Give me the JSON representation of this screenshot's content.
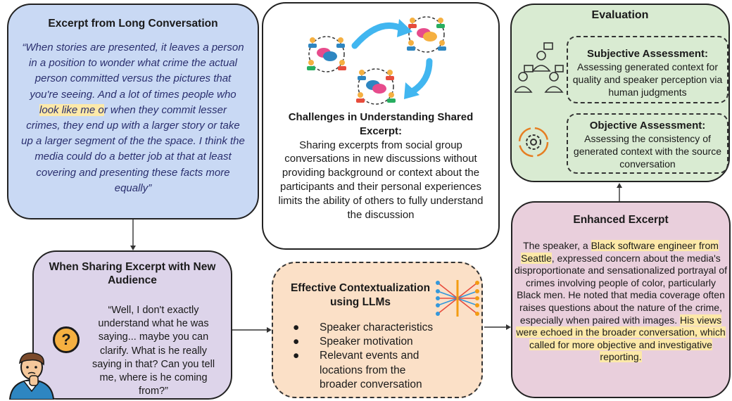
{
  "excerpt_box": {
    "title": "Excerpt from Long Conversation",
    "quote_a": "“When stories are presented, it leaves a person in a position to wonder what crime the actual person committed versus the pictures that you're seeing. And a lot of times people who ",
    "quote_highlight": "look like me o",
    "quote_b": "r when they commit lesser crimes, they end up with a larger story or take up a larger segment of the the space. I think the media could do a better job at that at least covering and presenting these facts more equally”"
  },
  "challenges_box": {
    "title": "Challenges in Understanding Shared Excerpt:",
    "body": "Sharing excerpts from social group conversations in new discussions without providing background or context about the participants and their personal experiences limits the ability of others to fully understand the discussion"
  },
  "evaluation_box": {
    "title": "Evaluation",
    "subjective_title": "Subjective Assessment:",
    "subjective_body": "Assessing generated context for quality and speaker perception via human judgments",
    "objective_title": "Objective Assessment:",
    "objective_body": "Assessing the consistency of generated context with the source conversation"
  },
  "new_audience_box": {
    "title": "When Sharing Excerpt with New Audience",
    "quote": "“Well, I don't exactly understand what he was saying... maybe you can clarify. What is he really saying in that? Can you tell me, where is he coming from?”",
    "icon_glyph": "?"
  },
  "contextualization_box": {
    "title": "Effective Contextualization using LLMs",
    "items": [
      "Speaker characteristics",
      "Speaker motivation",
      "Relevant events and locations from the broader conversation"
    ]
  },
  "enhanced_box": {
    "title": "Enhanced Excerpt",
    "p1": "The speaker, a ",
    "hl1": "Black software engineer from Seattle",
    "p2": ", expressed concern about the media's disproportionate and sensationalized portrayal of crimes involving people of color, particularly Black men. He noted that media coverage often raises questions about the nature of the crime, especially when paired with images. ",
    "hl2": "His views were echoed in the broader conversation, which called for more objective and investigative reporting."
  },
  "icons": {
    "group_discussion": "group-discussion-icon",
    "people_speech": "people-speech-icon",
    "gear_cycle": "gear-cycle-icon",
    "neural_network": "neural-network-icon",
    "confused_person": "confused-person-icon"
  },
  "colors": {
    "excerpt_bg": "#c9d9f4",
    "excerpt_text": "#2a2f6e",
    "evaluation_bg": "#d9ebd2",
    "new_audience_bg": "#ddd4ea",
    "contextualization_bg": "#fbe0c7",
    "enhanced_bg": "#e9cfdc",
    "highlight": "#fde9a8",
    "arrow_blue": "#41b6f0"
  }
}
